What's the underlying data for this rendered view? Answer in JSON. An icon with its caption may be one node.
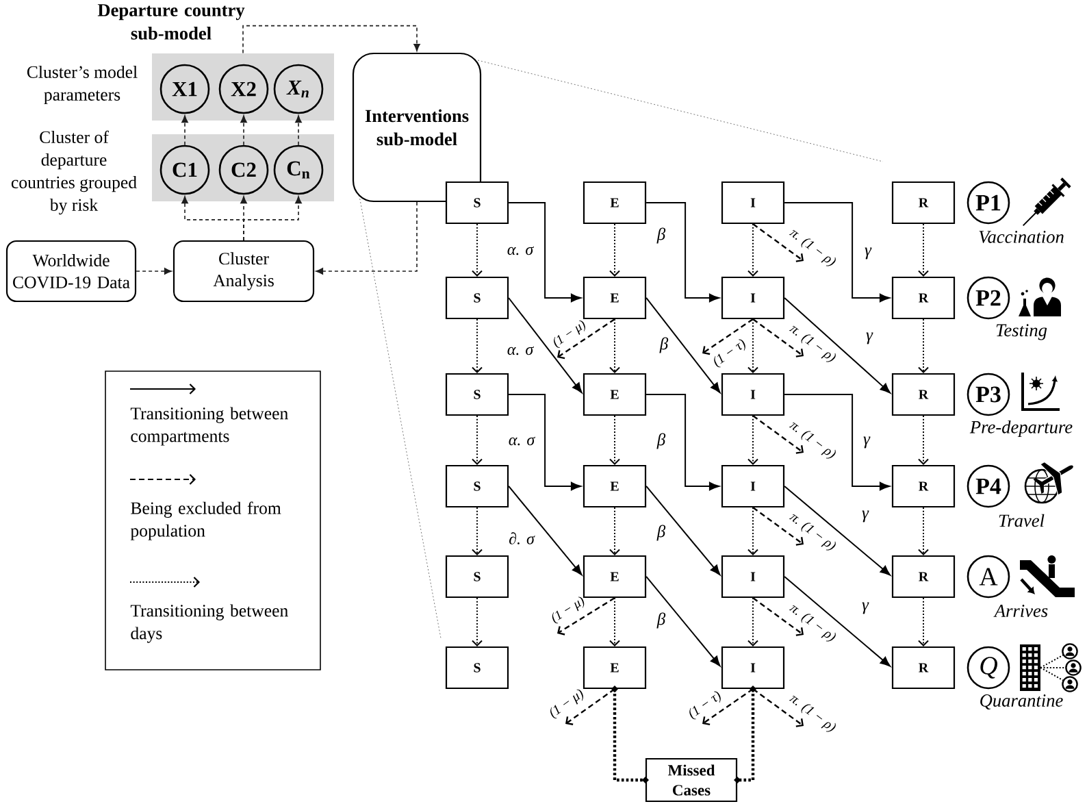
{
  "diagram": {
    "title": "Departure country sub-model",
    "nodes": [
      {
        "text": [
          "Cluster’s model parameters"
        ]
      },
      {
        "text": [
          "X1"
        ],
        "in": 0
      },
      {
        "text": [
          "X2"
        ],
        "in": 0
      },
      {
        "text": [
          "X$_{n}$"
        ],
        "in": 0
      },
      {
        "text": [
          "Cluster of departure countries grouped by risk"
        ]
      },
      {
        "text": [
          "C1"
        ],
        "in": 4
      },
      {
        "text": [
          "C2"
        ],
        "in": 4
      },
      {
        "text": [
          "C$_{n}$"
        ],
        "in": 4
      },
      {
        "text": [
          "Worldwide COVID-19 Data"
        ]
      },
      {
        "text": [
          "Cluster Analysis"
        ]
      },
      {
        "text": [
          "Interventions sub-model"
        ]
      },
      {
        "text": [
          "S"
        ]
      },
      {
        "text": [
          "E"
        ]
      },
      {
        "text": [
          "I"
        ]
      },
      {
        "text": [
          "R"
        ]
      },
      {
        "text": [
          "P1"
        ],
        "beside": [
          "Vaccination"
        ]
      },
      {
        "text": [
          "S"
        ]
      },
      {
        "text": [
          "E"
        ]
      },
      {
        "text": [
          "I"
        ]
      },
      {
        "text": [
          "R"
        ]
      },
      {
        "text": [
          "P2"
        ],
        "beside": [
          "Testing"
        ]
      },
      {
        "text": [
          "S"
        ]
      },
      {
        "text": [
          "E"
        ]
      },
      {
        "text": [
          "I"
        ]
      },
      {
        "text": [
          "R"
        ]
      },
      {
        "text": [
          "P3"
        ],
        "beside": [
          "Pre-departure"
        ]
      },
      {
        "text": [
          "S"
        ]
      },
      {
        "text": [
          "E"
        ]
      },
      {
        "text": [
          "I"
        ]
      },
      {
        "text": [
          "R"
        ]
      },
      {
        "text": [
          "P4"
        ],
        "beside": [
          "Travel"
        ]
      },
      {
        "text": [
          "S"
        ]
      },
      {
        "text": [
          "E"
        ]
      },
      {
        "text": [
          "I"
        ]
      },
      {
        "text": [
          "R"
        ]
      },
      {
        "text": [
          "A"
        ],
        "beside": [
          "Arrives"
        ]
      },
      {
        "text": [
          "S"
        ]
      },
      {
        "text": [
          "E"
        ]
      },
      {
        "text": [
          "I"
        ]
      },
      {
        "text": [
          "R"
        ]
      },
      {
        "text": [
          "Q"
        ],
        "beside": [
          "Quarantine"
        ]
      },
      {
        "text": [
          "Missed Cases"
        ]
      }
    ],
    "edges": [
      {
        "from": 8,
        "to": 9,
        "arrow": "to",
        "style": "dashed"
      },
      {
        "from": 9,
        "to": 5,
        "arrow": "to",
        "style": "dashed"
      },
      {
        "from": 9,
        "to": 6,
        "arrow": "to",
        "style": "dashed"
      },
      {
        "from": 9,
        "to": 7,
        "arrow": "to",
        "style": "dashed"
      },
      {
        "from": 5,
        "to": 1,
        "arrow": "to",
        "style": "dashed"
      },
      {
        "from": 6,
        "to": 2,
        "arrow": "to",
        "style": "dashed"
      },
      {
        "from": 7,
        "to": 3,
        "arrow": "to",
        "style": "dashed"
      },
      {
        "from": 0,
        "to": 10,
        "arrow": "to",
        "style": "dashed"
      },
      {
        "from": 10,
        "to": 9,
        "arrow": "to",
        "style": "dashed"
      },
      {
        "from": 11,
        "to": 17,
        "arrow": "to",
        "label": "α. σ"
      },
      {
        "from": 11,
        "to": 16,
        "arrow": "to",
        "style": "dashed"
      },
      {
        "from": 12,
        "to": 18,
        "arrow": "to",
        "label": "β"
      },
      {
        "from": 12,
        "to": 17,
        "arrow": "to",
        "style": "dashed"
      },
      {
        "from": 13,
        "to": 19,
        "arrow": "to",
        "label": "γ"
      },
      {
        "from": 13,
        "to": 18,
        "arrow": "to",
        "style": "dashed"
      },
      {
        "from": 13,
        "to": null,
        "arrow": "to",
        "style": "dashed",
        "label": "π. (1 − ρ)"
      },
      {
        "from": 14,
        "to": 19,
        "arrow": "to",
        "style": "dashed"
      },
      {
        "from": 16,
        "to": 22,
        "arrow": "to",
        "label": "α. σ"
      },
      {
        "from": 16,
        "to": 21,
        "arrow": "to",
        "style": "dashed"
      },
      {
        "from": 17,
        "to": 23,
        "arrow": "to",
        "label": "β"
      },
      {
        "from": 17,
        "to": 22,
        "arrow": "to",
        "style": "dashed"
      },
      {
        "from": 17,
        "to": null,
        "arrow": "to",
        "style": "dashed",
        "label": "(1 − μ)"
      },
      {
        "from": 18,
        "to": 24,
        "arrow": "to",
        "label": "γ"
      },
      {
        "from": 18,
        "to": 23,
        "arrow": "to",
        "style": "dashed"
      },
      {
        "from": 18,
        "to": null,
        "arrow": "to",
        "style": "dashed",
        "label": "(1 − τ)"
      },
      {
        "from": 18,
        "to": null,
        "arrow": "to",
        "style": "dashed",
        "label": "π. (1 − ρ)"
      },
      {
        "from": 19,
        "to": 24,
        "arrow": "to",
        "style": "dashed"
      },
      {
        "from": 21,
        "to": 27,
        "arrow": "to",
        "label": "α. σ"
      },
      {
        "from": 21,
        "to": 26,
        "arrow": "to",
        "style": "dashed"
      },
      {
        "from": 22,
        "to": 28,
        "arrow": "to",
        "label": "β"
      },
      {
        "from": 22,
        "to": 27,
        "arrow": "to",
        "style": "dashed"
      },
      {
        "from": 23,
        "to": 29,
        "arrow": "to",
        "label": "γ"
      },
      {
        "from": 23,
        "to": 28,
        "arrow": "to",
        "style": "dashed"
      },
      {
        "from": 23,
        "to": null,
        "arrow": "to",
        "style": "dashed",
        "label": "π. (1 − ρ)"
      },
      {
        "from": 24,
        "to": 29,
        "arrow": "to",
        "style": "dashed"
      },
      {
        "from": 26,
        "to": 32,
        "arrow": "to",
        "label": "∂. σ"
      },
      {
        "from": 26,
        "to": 31,
        "arrow": "to",
        "style": "dashed"
      },
      {
        "from": 27,
        "to": 33,
        "arrow": "to",
        "label": "β"
      },
      {
        "from": 27,
        "to": 32,
        "arrow": "to",
        "style": "dashed"
      },
      {
        "from": 28,
        "to": 34,
        "arrow": "to",
        "label": "γ"
      },
      {
        "from": 28,
        "to": 33,
        "arrow": "to",
        "style": "dashed"
      },
      {
        "from": 28,
        "to": null,
        "arrow": "to",
        "style": "dashed",
        "label": "π. (1 − ρ)"
      },
      {
        "from": 29,
        "to": 34,
        "arrow": "to",
        "style": "dashed"
      },
      {
        "from": 31,
        "to": 36,
        "arrow": "to",
        "style": "dashed"
      },
      {
        "from": 32,
        "to": 38,
        "arrow": "to",
        "label": "β"
      },
      {
        "from": 32,
        "to": 37,
        "arrow": "to",
        "style": "dashed"
      },
      {
        "from": 32,
        "to": null,
        "arrow": "to",
        "style": "dashed",
        "label": "(1 − μ)"
      },
      {
        "from": 33,
        "to": 39,
        "arrow": "to",
        "label": "γ"
      },
      {
        "from": 33,
        "to": 38,
        "arrow": "to",
        "style": "dashed"
      },
      {
        "from": 33,
        "to": null,
        "arrow": "to",
        "style": "dashed",
        "label": "π. (1 − ρ)"
      },
      {
        "from": 34,
        "to": 39,
        "arrow": "to",
        "style": "dashed"
      },
      {
        "from": 37,
        "to": null,
        "arrow": "to",
        "style": "dashed",
        "label": "(1 − μ)"
      },
      {
        "from": 38,
        "to": null,
        "arrow": "to",
        "style": "dashed",
        "label": "(1 − τ)"
      },
      {
        "from": 38,
        "to": null,
        "arrow": "to",
        "style": "dashed",
        "label": "π. (1 − ρ)"
      },
      {
        "from": 37,
        "to": 41,
        "arrow": "other",
        "style": "dashed"
      },
      {
        "from": 38,
        "to": 41,
        "arrow": "other",
        "style": "dashed"
      }
    ],
    "legend": [
      {
        "text": "Transitioning between compartments"
      },
      {
        "text": "Being excluded from population"
      },
      {
        "text": "Transitioning between days"
      }
    ]
  }
}
